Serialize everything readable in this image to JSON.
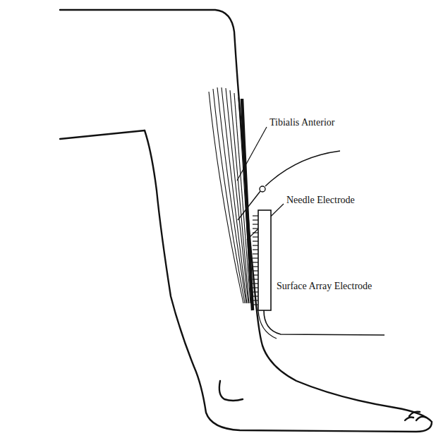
{
  "diagram": {
    "labels": [
      "Tibialis Anterior",
      "Needle Electrode",
      "Surface Array Electrode"
    ]
  }
}
